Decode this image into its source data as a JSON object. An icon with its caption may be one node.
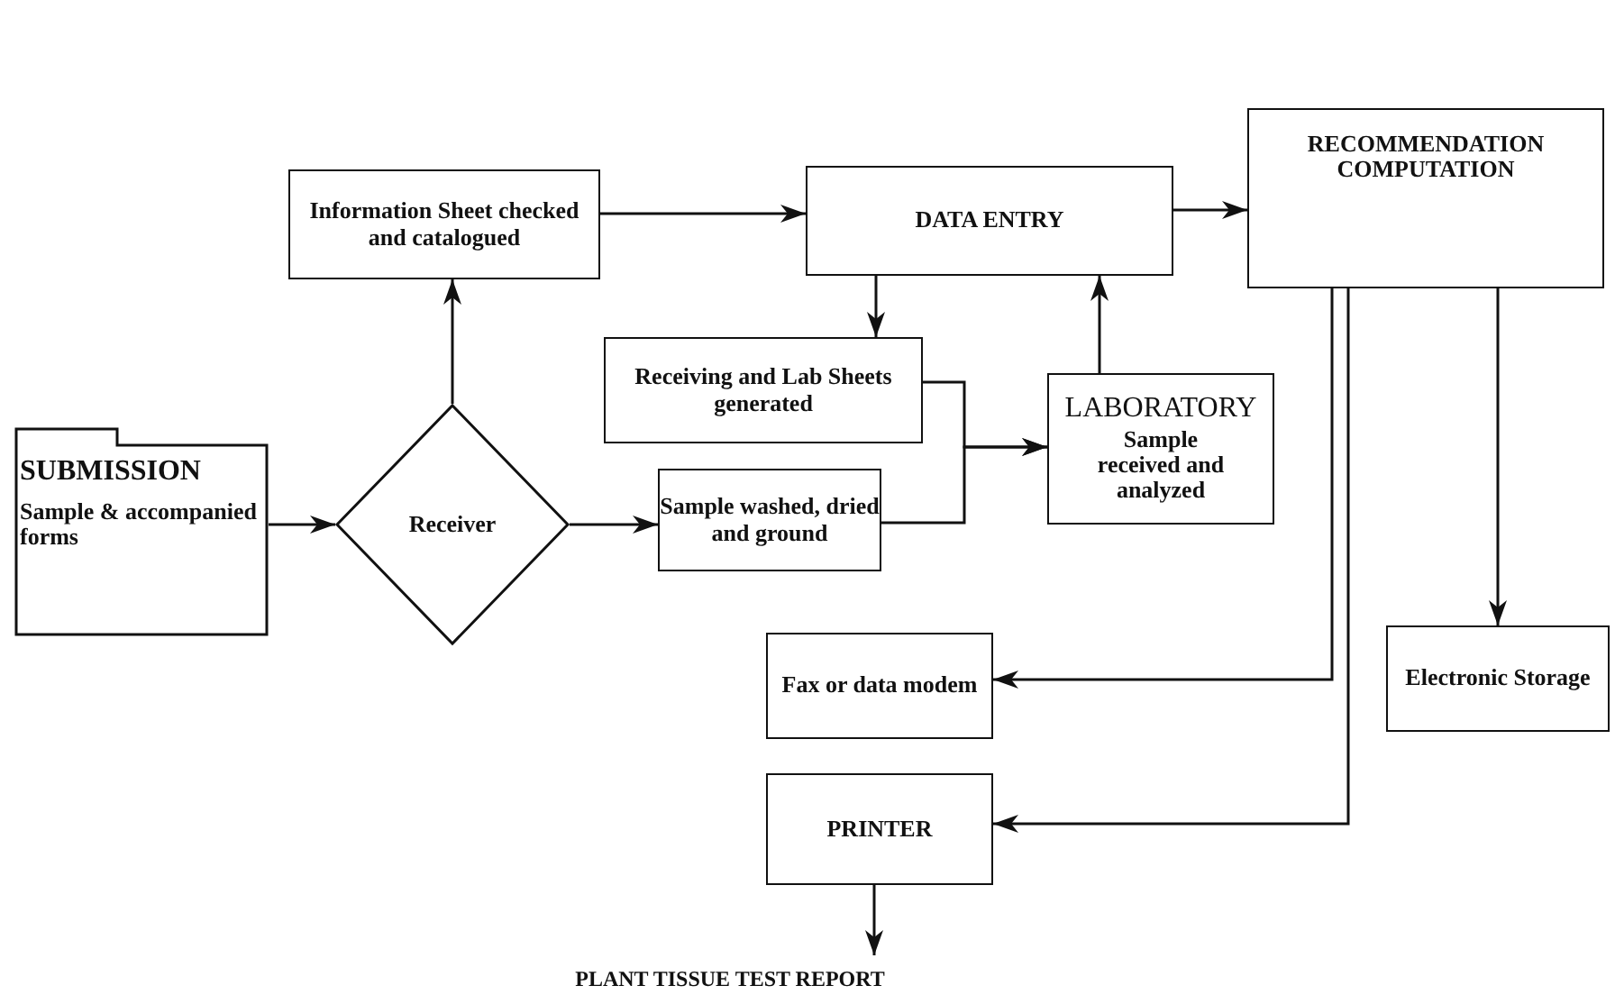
{
  "diagram": {
    "nodes": [
      {
        "text": [
          "SUBMISSION",
          "Sample & accompanied forms"
        ]
      },
      {
        "text": [
          "Receiver"
        ]
      },
      {
        "text": [
          "Information Sheet checked and catalogued"
        ]
      },
      {
        "text": [
          "DATA ENTRY"
        ]
      },
      {
        "text": [
          "Receiving and Lab Sheets generated"
        ]
      },
      {
        "text": [
          "Sample washed, dried and ground"
        ]
      },
      {
        "text": [
          "LABORATORY",
          "Sample received and analyzed"
        ]
      },
      {
        "text": [
          "RECOMMENDATION COMPUTATION"
        ]
      },
      {
        "text": [
          "Fax or data modem"
        ]
      },
      {
        "text": [
          "PRINTER"
        ]
      },
      {
        "text": [
          "Electronic Storage"
        ]
      },
      {
        "text": [
          "PLANT TISSUE TEST REPORT"
        ]
      }
    ],
    "edges": [
      {
        "from": 0,
        "to": 1,
        "arrow": "to"
      },
      {
        "from": 1,
        "to": 2,
        "arrow": "to"
      },
      {
        "from": 1,
        "to": 5,
        "arrow": "to"
      },
      {
        "from": 2,
        "to": 3,
        "arrow": "to"
      },
      {
        "from": 3,
        "to": 4,
        "arrow": "to"
      },
      {
        "from": 4,
        "to": 6,
        "arrow": "to"
      },
      {
        "from": 5,
        "to": 6,
        "arrow": "to"
      },
      {
        "from": 6,
        "to": 3,
        "arrow": "to"
      },
      {
        "from": 3,
        "to": 7,
        "arrow": "to"
      },
      {
        "from": 7,
        "to": 8,
        "arrow": "to"
      },
      {
        "from": 7,
        "to": 9,
        "arrow": "to"
      },
      {
        "from": 7,
        "to": 10,
        "arrow": "to"
      },
      {
        "from": 9,
        "to": 11,
        "arrow": "to"
      }
    ]
  }
}
